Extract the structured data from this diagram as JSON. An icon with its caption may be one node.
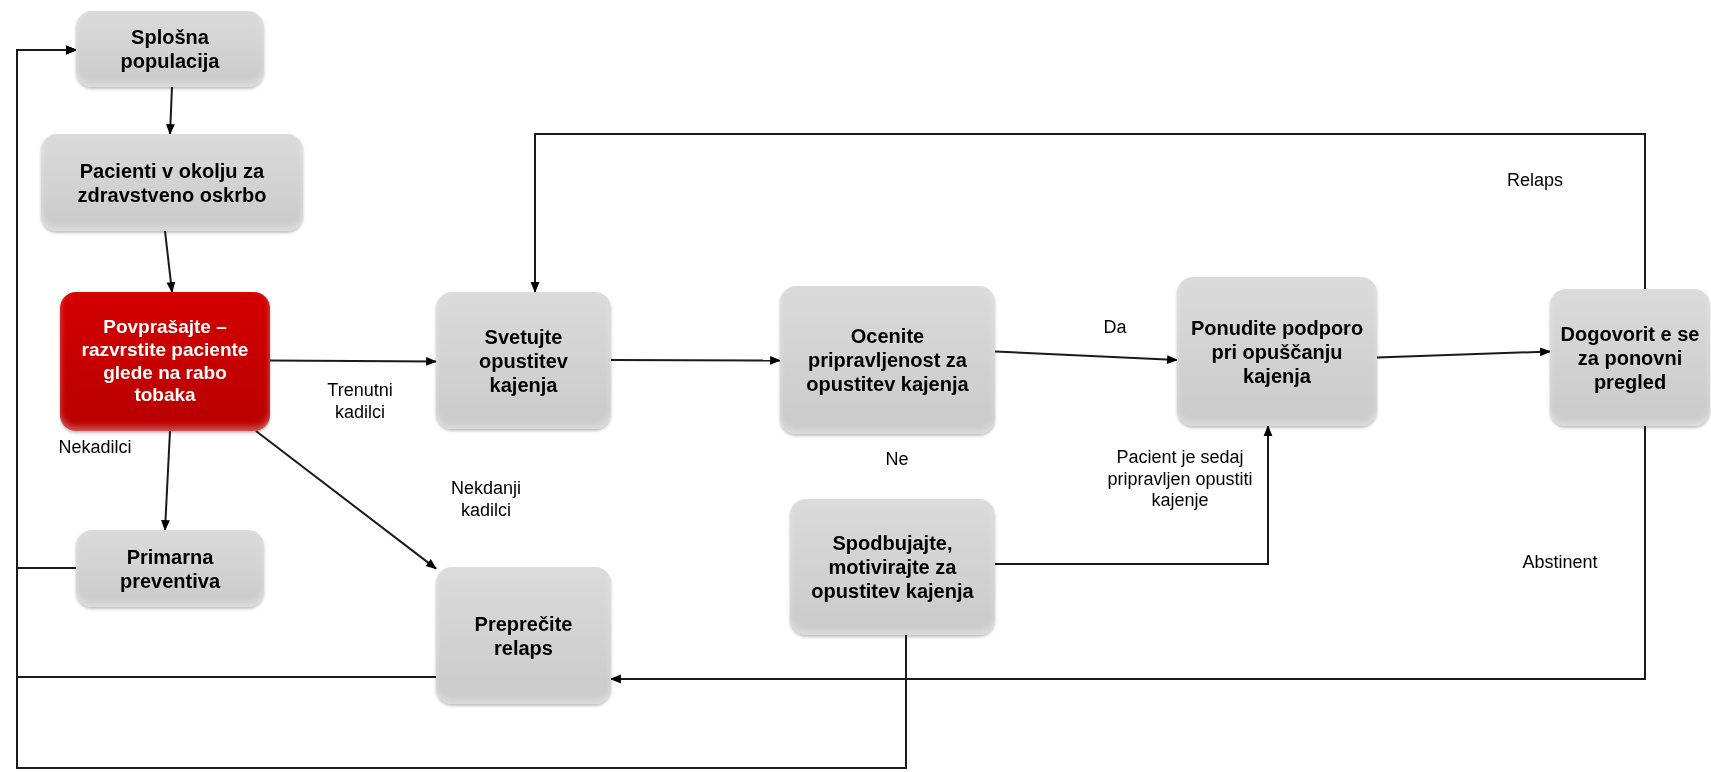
{
  "diagram": {
    "nodes": [
      {
        "text": [
          "Splošna populacija"
        ]
      },
      {
        "text": [
          "Pacienti v okolju za zdravstveno oskrbo"
        ]
      },
      {
        "text": [
          "Povprašajte – razvrstite paciente glede na rabo tobaka"
        ]
      },
      {
        "text": [
          "Primarna preventiva"
        ]
      },
      {
        "text": [
          "Svetujte opustitev kajenja"
        ]
      },
      {
        "text": [
          "Preprečite relaps"
        ]
      },
      {
        "text": [
          "Ocenite pripravljenost za opustitev kajenja"
        ]
      },
      {
        "text": [
          "Spodbujajte, motivirajte za opustitev kajenja"
        ]
      },
      {
        "text": [
          "Ponudite podporo pri opuščanju kajenja"
        ]
      },
      {
        "text": [
          "Dogovorit e se za ponovni pregled"
        ]
      }
    ],
    "edges": [
      {
        "from": 0,
        "to": 1,
        "arrow": "to"
      },
      {
        "from": 1,
        "to": 2,
        "arrow": "to"
      },
      {
        "from": 2,
        "to": 4,
        "arrow": "to",
        "label": "Trenutni kadilci"
      },
      {
        "from": 2,
        "to": 3,
        "arrow": "to",
        "label": "Nekadilci"
      },
      {
        "from": 2,
        "to": 5,
        "arrow": "to",
        "label": "Nekdanji kadilci"
      },
      {
        "from": 4,
        "to": 6,
        "arrow": "to"
      },
      {
        "from": 6,
        "to": 8,
        "arrow": "to",
        "label": "Da"
      },
      {
        "from": 7,
        "to": 8,
        "arrow": "to",
        "label": "Pacient je sedaj pripravljen opustiti kajenje"
      },
      {
        "from": 8,
        "to": 9,
        "arrow": "to"
      },
      {
        "from": 9,
        "to": 4,
        "arrow": "to",
        "label": "Relaps"
      },
      {
        "from": 9,
        "to": 5,
        "arrow": "to",
        "label": "Abstinent"
      },
      {
        "from": 3,
        "to": 0,
        "arrow": "to"
      },
      {
        "from": 5,
        "to": 0,
        "arrow": "to"
      },
      {
        "from": 7,
        "to": 0,
        "arrow": "to"
      }
    ],
    "labels": [
      "Ne"
    ]
  }
}
